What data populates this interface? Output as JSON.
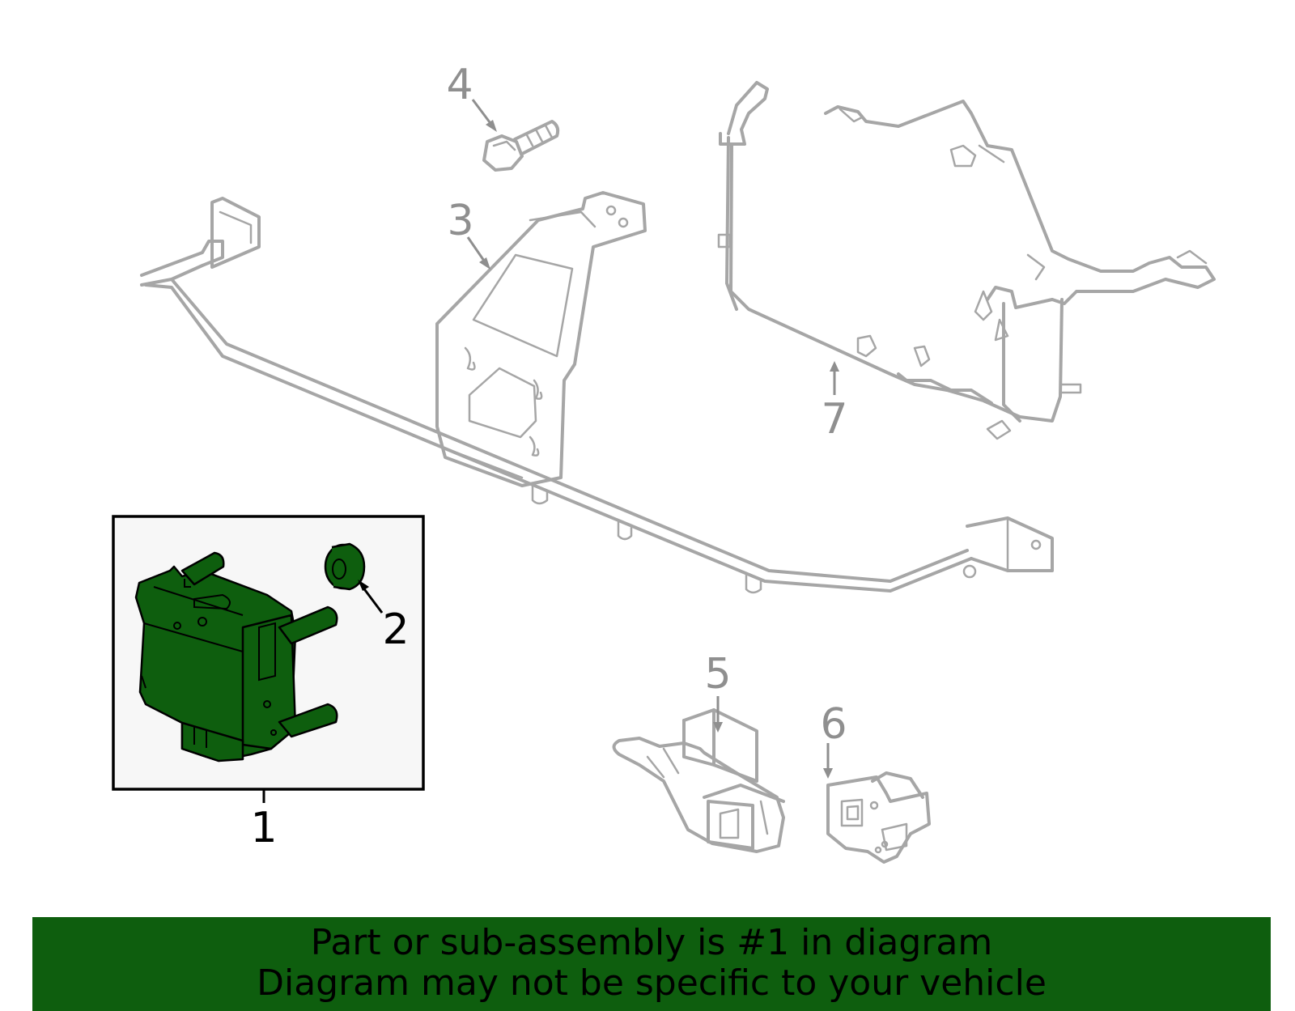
{
  "callouts": {
    "c1": "1",
    "c2": "2",
    "c3": "3",
    "c4": "4",
    "c5": "5",
    "c6": "6",
    "c7": "7"
  },
  "banner": {
    "line1": "Part or sub-assembly is #1 in diagram",
    "line2": "Diagram may not be specific to your vehicle"
  },
  "colors": {
    "highlight": "#0e5e0e",
    "part_outline": "#a6a6a6",
    "inset_background": "#f7f7f7"
  },
  "icons": {
    "part_1": "control-module-icon",
    "part_2": "grommet-icon",
    "part_3": "mounting-bracket-icon",
    "part_4": "bolt-icon",
    "part_5": "connector-icon",
    "part_6": "sensor-icon",
    "part_7": "wire-harness-icon"
  }
}
